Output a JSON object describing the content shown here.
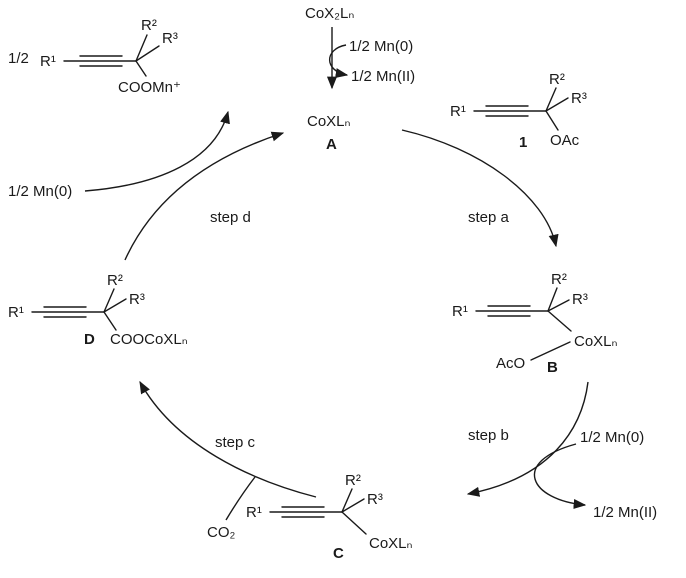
{
  "diagram": {
    "product": {
      "stoich": "1/2",
      "r1": "R¹",
      "r2": "R²",
      "r3": "R³",
      "group": "COOMn⁺"
    },
    "precatalyst": {
      "formula": "CoX₂Lₙ",
      "mn_in": "1/2 Mn(0)",
      "mn_out": "1/2 Mn(II)"
    },
    "catalyst_a": {
      "formula": "CoXLₙ",
      "label": "A"
    },
    "substrate_1": {
      "r1": "R¹",
      "r2": "R²",
      "r3": "R³",
      "group": "OAc",
      "label": "1"
    },
    "intermediate_b": {
      "r1": "R¹",
      "r2": "R²",
      "r3": "R³",
      "group": "CoXLₙ",
      "ligand": "AcO",
      "label": "B"
    },
    "intermediate_c": {
      "r1": "R¹",
      "r2": "R²",
      "r3": "R³",
      "group": "CoXLₙ",
      "label": "C"
    },
    "intermediate_d": {
      "r1": "R¹",
      "r2": "R²",
      "r3": "R³",
      "group": "COOCoXLₙ",
      "label": "D"
    },
    "steps": {
      "a": "step a",
      "b": "step b",
      "c": "step c",
      "d": "step d"
    },
    "side_b": {
      "mn_in": "1/2 Mn(0)",
      "mn_out": "1/2 Mn(II)"
    },
    "side_c": {
      "co2": "CO₂"
    },
    "side_d": {
      "mn_in": "1/2 Mn(0)"
    }
  }
}
